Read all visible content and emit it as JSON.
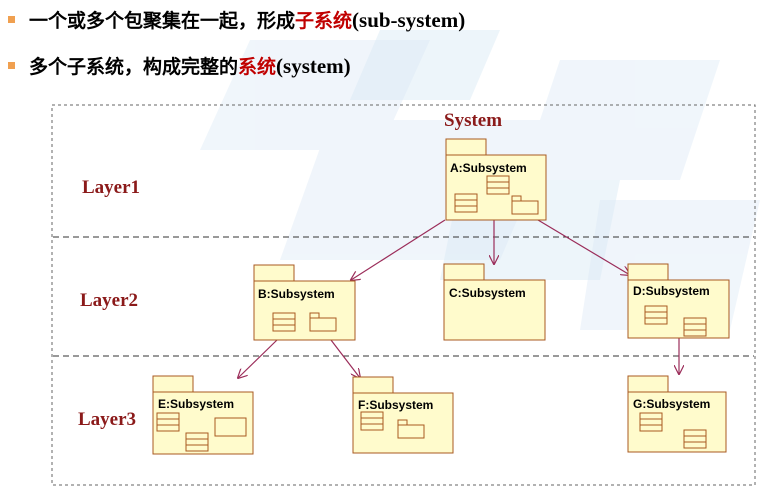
{
  "bullets": [
    {
      "prefix": "一个或多个包聚集在一起，形成",
      "highlight": "子系统",
      "suffix": "(sub-system)"
    },
    {
      "prefix": "多个子系统，构成完整的",
      "highlight": "系统",
      "suffix": "(system)"
    }
  ],
  "diagram": {
    "system_label": "System",
    "layers": [
      "Layer1",
      "Layer2",
      "Layer3"
    ],
    "packages": {
      "A": "A:Subsystem",
      "B": "B:Subsystem",
      "C": "C:Subsystem",
      "D": "D:Subsystem",
      "E": "E:Subsystem",
      "F": "F:Subsystem",
      "G": "G:Subsystem"
    }
  },
  "colors": {
    "package_fill": "#fffbcc",
    "package_stroke": "#a85a20",
    "arrow": "#9b2d5a",
    "label": "#8b1a1a",
    "highlight": "#c00000",
    "bullet": "#f0a050"
  }
}
